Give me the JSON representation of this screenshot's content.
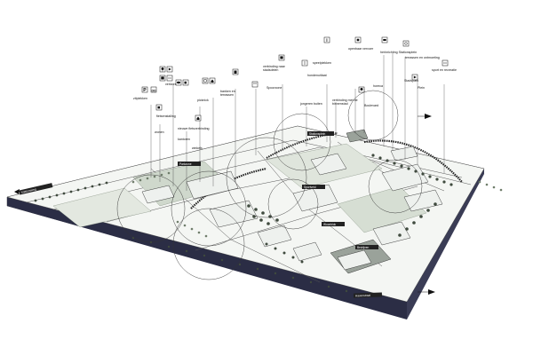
{
  "diagram": {
    "labels": [
      {
        "id": "l1",
        "text": "zitplekken"
      },
      {
        "id": "l2",
        "text": "fietsenstalling"
      },
      {
        "id": "l3",
        "text": "verkeer"
      },
      {
        "id": "l4",
        "text": "nieuwe fietsverbinding"
      },
      {
        "id": "l5",
        "text": "picknick"
      },
      {
        "id": "l6",
        "text": "banken en"
      },
      {
        "id": "l7",
        "text": "terrassen"
      },
      {
        "id": "l8",
        "text": "verbinding naar"
      },
      {
        "id": "l9",
        "text": "stadsdelen"
      },
      {
        "id": "l10",
        "text": "speelplekken"
      },
      {
        "id": "l11",
        "text": "hondenuitlaat"
      },
      {
        "id": "l12",
        "text": "openbaar vervoer"
      },
      {
        "id": "l13",
        "text": "herinrichting Stationsplein"
      },
      {
        "id": "l14",
        "text": "terrassen en ontmoeting"
      },
      {
        "id": "l15",
        "text": "sport en recreatie"
      },
      {
        "id": "l16",
        "text": "jongeren buiten"
      },
      {
        "id": "l17",
        "text": "verbinding met de"
      },
      {
        "id": "l18",
        "text": "binnenstad"
      },
      {
        "id": "l19",
        "text": "wonen"
      },
      {
        "id": "l20",
        "text": "kantoren"
      },
      {
        "id": "l21",
        "text": "winkels"
      },
      {
        "id": "l22",
        "text": "horeca"
      },
      {
        "id": "l23",
        "text": "Spoorzone"
      },
      {
        "id": "l24",
        "text": "Boulevard"
      },
      {
        "id": "l25",
        "text": "Stadspark"
      },
      {
        "id": "l26",
        "text": "Plein"
      }
    ],
    "tags": [
      {
        "id": "t1",
        "text": "Stationsweg"
      },
      {
        "id": "t2",
        "text": "Stationsplein"
      },
      {
        "id": "t3",
        "text": "Parkzone"
      },
      {
        "id": "t4",
        "text": "Sportveld"
      },
      {
        "id": "t5",
        "text": "Woonblok"
      },
      {
        "id": "t6",
        "text": "Bedrijven"
      },
      {
        "id": "t7",
        "text": "Havenstraat"
      }
    ],
    "icons": [
      "parking-icon",
      "bicycle-icon",
      "bus-icon",
      "bench-icon",
      "tree-icon",
      "play-icon",
      "dog-icon",
      "cafe-icon",
      "sport-icon",
      "house-icon",
      "office-icon",
      "shop-icon",
      "train-icon",
      "walk-icon",
      "info-icon",
      "water-icon",
      "car-icon",
      "camera-icon"
    ]
  }
}
